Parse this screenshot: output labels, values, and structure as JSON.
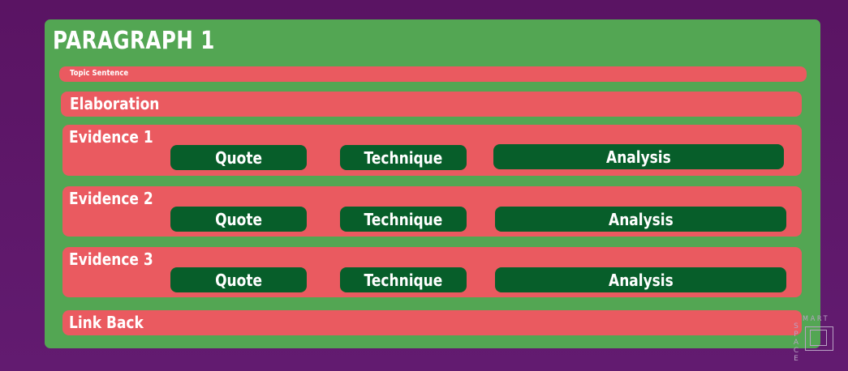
{
  "title": "PARAGRAPH 1",
  "topic_sentence": "Topic Sentence",
  "elaboration": "Elaboration",
  "evidence": [
    {
      "label": "Evidence 1",
      "quote": "Quote",
      "technique": "Technique",
      "analysis": "Analysis"
    },
    {
      "label": "Evidence 2",
      "quote": "Quote",
      "technique": "Technique",
      "analysis": "Analysis"
    },
    {
      "label": "Evidence 3",
      "quote": "Quote",
      "technique": "Technique",
      "analysis": "Analysis"
    }
  ],
  "link_back": "Link Back",
  "logo": {
    "top": "MART",
    "left": "SPACE"
  },
  "colors": {
    "background": "#5a1463",
    "panel": "#53a653",
    "bar": "#ea5a60",
    "pill": "#075e2a",
    "text": "#ffffff"
  }
}
